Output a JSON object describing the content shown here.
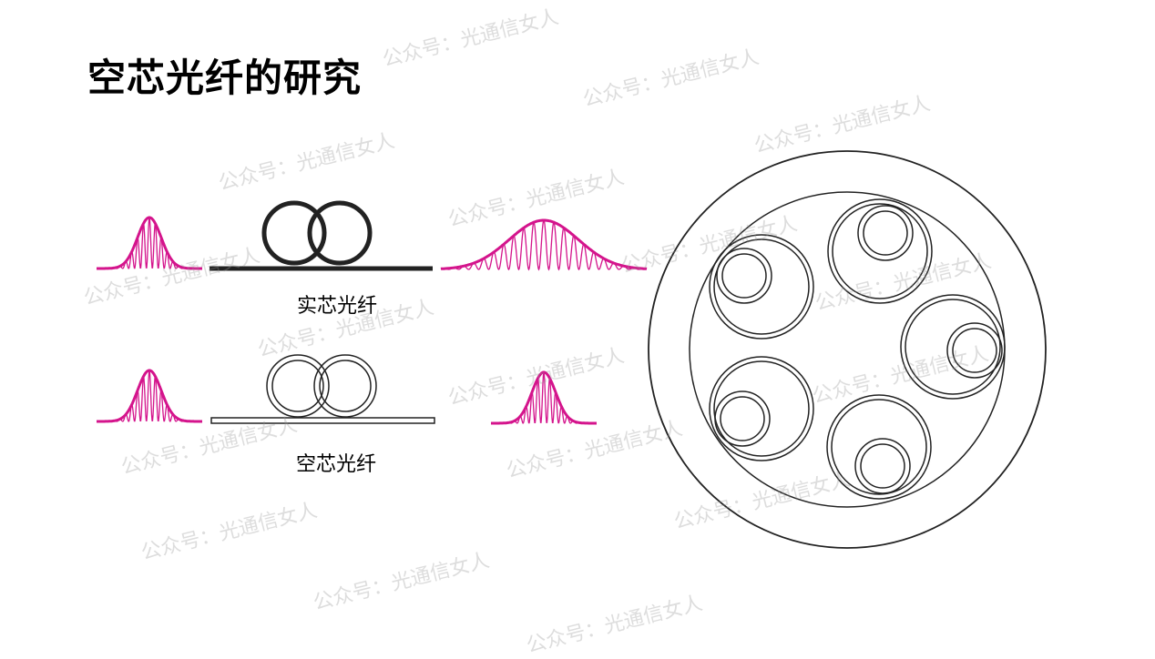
{
  "page": {
    "title": "空芯光纤的研究",
    "labels": {
      "solid_core": "实芯光纤",
      "hollow_core": "空芯光纤"
    },
    "watermark": "公众号：光通信女人"
  },
  "colors": {
    "pulse": "#d4148c",
    "fiber": "#222222",
    "background": "#ffffff"
  }
}
